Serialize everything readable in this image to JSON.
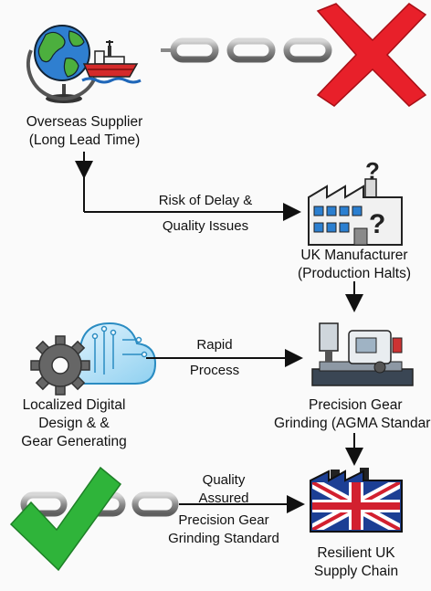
{
  "nodes": {
    "overseas": {
      "line1": "Overseas Supplier",
      "line2": "(Long Lead Time)"
    },
    "uk_manufacturer": {
      "line1": "UK Manufacturer",
      "line2": "(Production Halts)"
    },
    "digital_design": {
      "line1": "Localized Digital",
      "line2": "Design & &",
      "line3": "Gear Generating"
    },
    "precision_grinding": {
      "line1": "Precision Gear",
      "line2": "Grinding (AGMA Standar"
    },
    "resilient_uk": {
      "line1": "Resilient UK",
      "line2": "Supply Chain"
    }
  },
  "edges": {
    "risk": {
      "line1": "Risk of Delay &",
      "line2": "Quality Issues"
    },
    "rapid": {
      "line1": "Rapid",
      "line2": "Process"
    },
    "quality": {
      "line1": "Quality",
      "line2": "Assured",
      "line3": "Precision Gear",
      "line4": "Grinding Standard"
    }
  },
  "colors": {
    "cross": "#e8202a",
    "check": "#2fb43a",
    "chain": "#9a9a9a",
    "globe_ocean": "#2f7fd0",
    "globe_land": "#4caf3e",
    "flag_blue": "#1c3f94",
    "flag_red": "#d2202f"
  },
  "icons": [
    "globe-icon",
    "cargo-ship-icon",
    "broken-chain-icon",
    "red-cross-icon",
    "factory-icon",
    "question-mark-icon",
    "cloud-circuit-icon",
    "gear-icon",
    "grinding-machine-icon",
    "uk-flag-factory-icon",
    "chain-icon",
    "green-check-icon"
  ]
}
